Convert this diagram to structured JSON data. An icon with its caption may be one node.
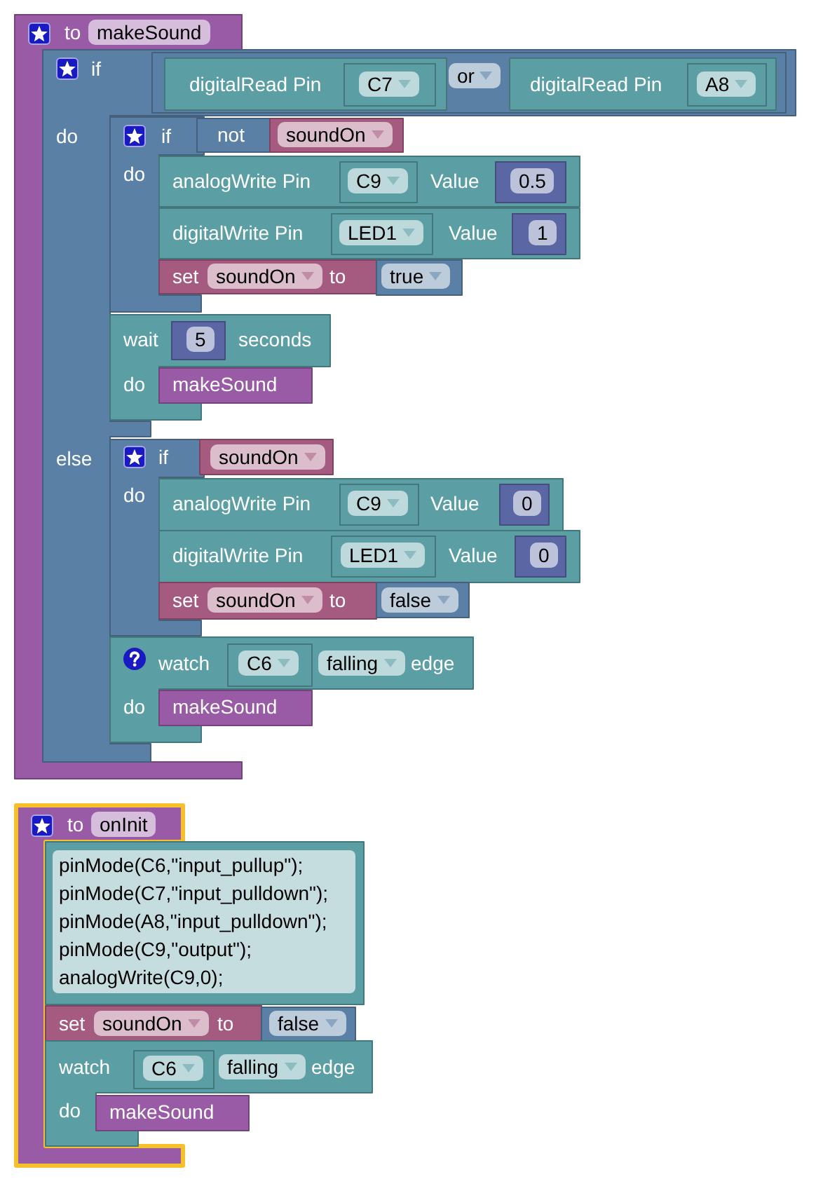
{
  "diagram": {
    "nodes": [
      {
        "text": [
          "to",
          "makeSound"
        ]
      },
      {
        "text": [
          "if",
          "do",
          "else"
        ]
      },
      {
        "text": [
          "or"
        ],
        "in": 1
      },
      {
        "text": [
          "digitalRead Pin"
        ],
        "in": 2
      },
      {
        "text": [
          "C7"
        ],
        "in": 3
      },
      {
        "text": [
          "digitalRead Pin"
        ],
        "in": 2
      },
      {
        "text": [
          "A8"
        ],
        "in": 5
      },
      {
        "text": [
          "if",
          "do"
        ],
        "in": 1
      },
      {
        "text": [
          "not"
        ],
        "in": 1
      },
      {
        "text": [
          "soundOn"
        ],
        "in": 1
      },
      {
        "text": [
          "analogWrite Pin",
          "Value"
        ],
        "in": 1
      },
      {
        "text": [
          "C9"
        ],
        "in": 10
      },
      {
        "text": [
          "0.5"
        ],
        "in": 10
      },
      {
        "text": [
          "digitalWrite Pin",
          "Value"
        ],
        "in": 1
      },
      {
        "text": [
          "LED1"
        ],
        "in": 13
      },
      {
        "text": [
          "1"
        ],
        "in": 13
      },
      {
        "text": [
          "set",
          "soundOn",
          "to"
        ],
        "in": 1
      },
      {
        "text": [
          "true"
        ],
        "in": 1
      },
      {
        "text": [
          "wait",
          "seconds",
          "do"
        ],
        "in": 1
      },
      {
        "text": [
          "5"
        ],
        "in": 18
      },
      {
        "text": [
          "makeSound"
        ],
        "in": 18
      },
      {
        "text": [
          "if",
          "do"
        ],
        "in": 1
      },
      {
        "text": [
          "soundOn"
        ],
        "in": 1
      },
      {
        "text": [
          "analogWrite Pin",
          "Value"
        ],
        "in": 1
      },
      {
        "text": [
          "C9"
        ],
        "in": 23
      },
      {
        "text": [
          "0"
        ],
        "in": 23
      },
      {
        "text": [
          "digitalWrite Pin",
          "Value"
        ],
        "in": 1
      },
      {
        "text": [
          "LED1"
        ],
        "in": 26
      },
      {
        "text": [
          "0"
        ],
        "in": 26
      },
      {
        "text": [
          "set",
          "soundOn",
          "to"
        ],
        "in": 1
      },
      {
        "text": [
          "false"
        ],
        "in": 1
      },
      {
        "text": [
          "watch",
          "falling",
          "edge",
          "do"
        ],
        "in": 1
      },
      {
        "text": [
          "C6"
        ],
        "in": 31
      },
      {
        "text": [
          "makeSound"
        ],
        "in": 31
      },
      {
        "text": [
          "to",
          "onInit"
        ]
      },
      {
        "text": [
          "pinMode(C6,\"input_pullup\");",
          "pinMode(C7,\"input_pulldown\");",
          "pinMode(A8,\"input_pulldown\");",
          "pinMode(C9,\"output\");",
          "analogWrite(C9,0);"
        ]
      },
      {
        "text": [
          "set",
          "soundOn",
          "to"
        ]
      },
      {
        "text": [
          "false"
        ]
      },
      {
        "text": [
          "watch",
          "falling",
          "edge",
          "do"
        ]
      },
      {
        "text": [
          "C6"
        ],
        "in": 38
      },
      {
        "text": [
          "makeSound"
        ],
        "in": 38
      }
    ]
  }
}
